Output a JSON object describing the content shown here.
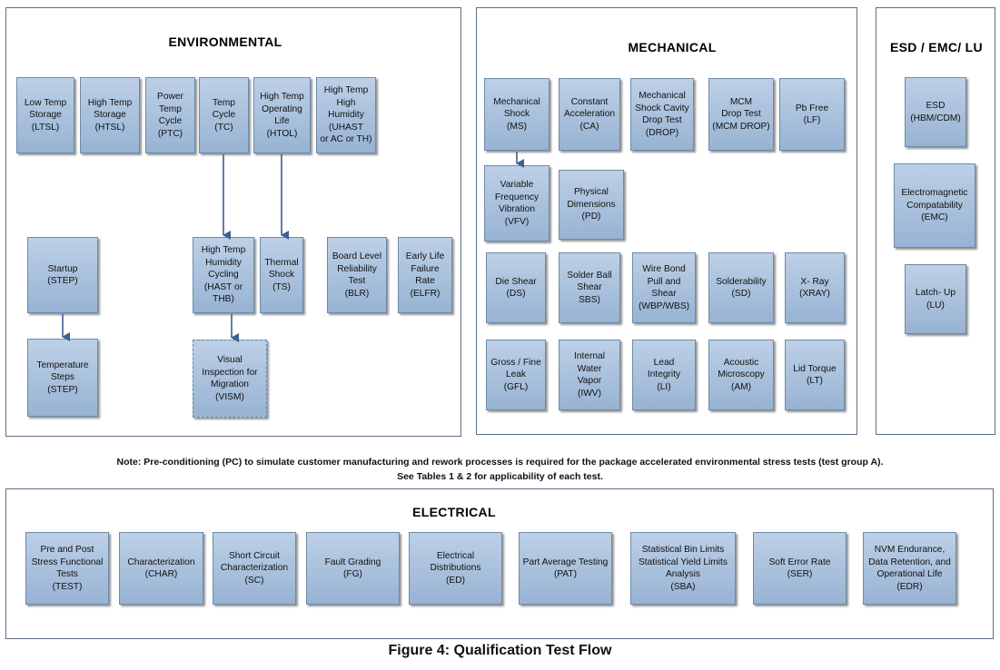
{
  "sections": {
    "environmental": "ENVIRONMENTAL",
    "mechanical": "MECHANICAL",
    "esd": "ESD / EMC/ LU",
    "electrical": "ELECTRICAL"
  },
  "boxes": {
    "ltsl": "Low Temp\nStorage\n(LTSL)",
    "htsl": "High Temp\nStorage\n(HTSL)",
    "ptc": "Power\nTemp\nCycle\n(PTC)",
    "tc": "Temp\nCycle\n(TC)",
    "htol": "High Temp\nOperating\nLife\n(HTOL)",
    "uhast": "High Temp\nHigh\nHumidity\n(UHAST\nor AC or TH)",
    "step": "Startup\n(STEP)",
    "temp_steps": "Temperature\nSteps\n(STEP)",
    "hast": "High Temp\nHumidity\nCycling\n(HAST or\nTHB)",
    "ts": "Thermal\nShock\n(TS)",
    "blr": "Board Level\nReliability\nTest\n(BLR)",
    "elfr": "Early Life\nFailure\nRate\n(ELFR)",
    "vism": "Visual\nInspection for\nMigration\n(VISM)",
    "ms": "Mechanical\nShock\n(MS)",
    "ca": "Constant\nAcceleration\n(CA)",
    "drop": "Mechanical\nShock Cavity\nDrop Test\n(DROP)",
    "mcm": "MCM\nDrop Test\n(MCM DROP)",
    "lf": "Pb Free\n(LF)",
    "vfv": "Variable\nFrequency\nVibration\n(VFV)",
    "pd": "Physical\nDimensions\n(PD)",
    "ds": "Die Shear\n(DS)",
    "sbs": "Solder Ball\nShear\nSBS)",
    "wbp": "Wire Bond\nPull and\nShear\n(WBP/WBS)",
    "sd": "Solderability\n(SD)",
    "xray": "X- Ray\n(XRAY)",
    "gfl": "Gross / Fine\nLeak\n(GFL)",
    "iwv": "Internal\nWater\nVapor\n(IWV)",
    "li": "Lead\nIntegrity\n(LI)",
    "am": "Acoustic\nMicroscopy\n(AM)",
    "lt": "Lid Torque\n(LT)",
    "esd_hbm": "ESD\n(HBM/CDM)",
    "emc": "Electromagnetic\nCompatability\n(EMC)",
    "lu": "Latch- Up\n(LU)",
    "test": "Pre and Post\nStress Functional\nTests\n(TEST)",
    "char": "Characterization\n(CHAR)",
    "sc": "Short Circuit\nCharacterization\n(SC)",
    "fg": "Fault Grading\n(FG)",
    "ed": "Electrical\nDistributions\n(ED)",
    "pat": "Part Average Testing\n(PAT)",
    "sba": "Statistical Bin Limits\nStatistical Yield Limits\nAnalysis\n(SBA)",
    "ser": "Soft Error Rate\n(SER)",
    "edr": "NVM Endurance,\nData Retention, and\nOperational Life\n(EDR)"
  },
  "note": {
    "line1": "Note:  Pre-conditioning (PC) to simulate customer manufacturing and rework processes is required for the package accelerated environmental stress tests (test group A).",
    "line2": "See Tables 1 & 2 for applicability of each test."
  },
  "caption": "Figure 4:  Qualification Test Flow"
}
